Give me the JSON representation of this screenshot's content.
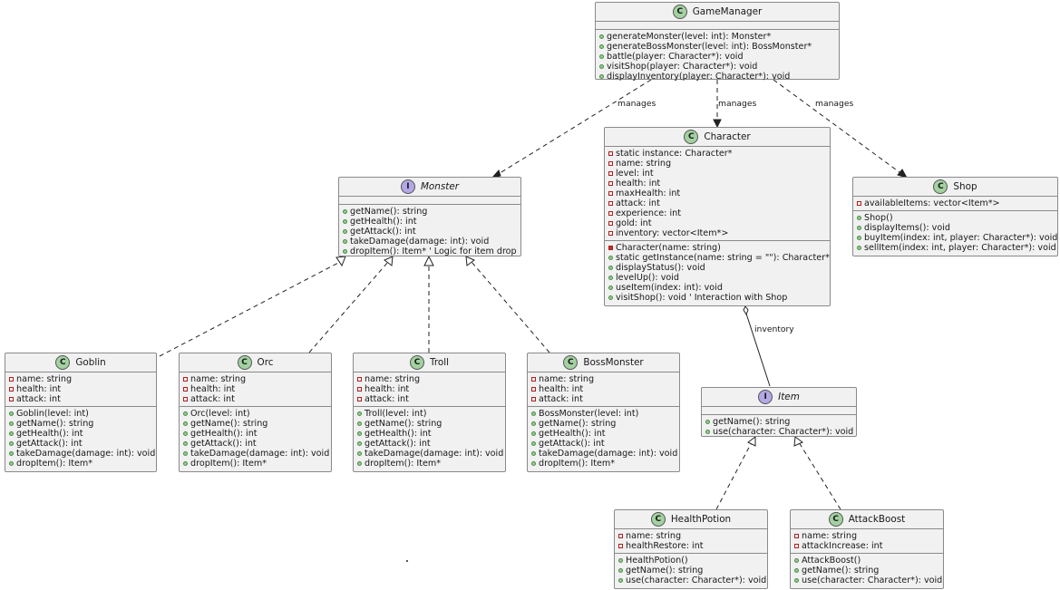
{
  "relations": {
    "manages": "manages",
    "inventory": "inventory"
  },
  "classes": {
    "gamemanager": {
      "name": "GameManager",
      "kind": "C",
      "attributes": [],
      "methods": [
        {
          "v": "pub",
          "t": "generateMonster(level: int): Monster*"
        },
        {
          "v": "pub",
          "t": "generateBossMonster(level: int): BossMonster*"
        },
        {
          "v": "pub",
          "t": "battle(player: Character*): void"
        },
        {
          "v": "pub",
          "t": "visitShop(player: Character*): void"
        },
        {
          "v": "pub",
          "t": "displayInventory(player: Character*): void"
        }
      ]
    },
    "monster": {
      "name": "Monster",
      "kind": "I",
      "attributes": [],
      "methods": [
        {
          "v": "pub",
          "t": "getName(): string"
        },
        {
          "v": "pub",
          "t": "getHealth(): int"
        },
        {
          "v": "pub",
          "t": "getAttack(): int"
        },
        {
          "v": "pub",
          "t": "takeDamage(damage: int): void"
        },
        {
          "v": "pub",
          "t": "dropItem(): Item*  ' Logic for item drop"
        }
      ]
    },
    "character": {
      "name": "Character",
      "kind": "C",
      "attributes": [
        {
          "v": "priv",
          "t": "static instance: Character*"
        },
        {
          "v": "priv",
          "t": "name: string"
        },
        {
          "v": "priv",
          "t": "level: int"
        },
        {
          "v": "priv",
          "t": "health: int"
        },
        {
          "v": "priv",
          "t": "maxHealth: int"
        },
        {
          "v": "priv",
          "t": "attack: int"
        },
        {
          "v": "priv",
          "t": "experience: int"
        },
        {
          "v": "priv",
          "t": "gold: int"
        },
        {
          "v": "priv",
          "t": "inventory: vector<Item*>"
        }
      ],
      "methods": [
        {
          "v": "privm",
          "t": "Character(name: string)"
        },
        {
          "v": "pub",
          "t": "static getInstance(name: string = \"\"): Character*"
        },
        {
          "v": "pub",
          "t": "displayStatus(): void"
        },
        {
          "v": "pub",
          "t": "levelUp(): void"
        },
        {
          "v": "pub",
          "t": "useItem(index: int): void"
        },
        {
          "v": "pub",
          "t": "visitShop(): void  ' Interaction with Shop"
        }
      ]
    },
    "shop": {
      "name": "Shop",
      "kind": "C",
      "attributes": [
        {
          "v": "priv",
          "t": "availableItems: vector<Item*>"
        }
      ],
      "methods": [
        {
          "v": "pub",
          "t": "Shop()"
        },
        {
          "v": "pub",
          "t": "displayItems(): void"
        },
        {
          "v": "pub",
          "t": "buyItem(index: int, player: Character*): void"
        },
        {
          "v": "pub",
          "t": "sellItem(index: int, player: Character*): void"
        }
      ]
    },
    "goblin": {
      "name": "Goblin",
      "kind": "C",
      "attributes": [
        {
          "v": "priv",
          "t": "name: string"
        },
        {
          "v": "priv",
          "t": "health: int"
        },
        {
          "v": "priv",
          "t": "attack: int"
        }
      ],
      "methods": [
        {
          "v": "pub",
          "t": "Goblin(level: int)"
        },
        {
          "v": "pub",
          "t": "getName(): string"
        },
        {
          "v": "pub",
          "t": "getHealth(): int"
        },
        {
          "v": "pub",
          "t": "getAttack(): int"
        },
        {
          "v": "pub",
          "t": "takeDamage(damage: int): void"
        },
        {
          "v": "pub",
          "t": "dropItem(): Item*"
        }
      ]
    },
    "orc": {
      "name": "Orc",
      "kind": "C",
      "attributes": [
        {
          "v": "priv",
          "t": "name: string"
        },
        {
          "v": "priv",
          "t": "health: int"
        },
        {
          "v": "priv",
          "t": "attack: int"
        }
      ],
      "methods": [
        {
          "v": "pub",
          "t": "Orc(level: int)"
        },
        {
          "v": "pub",
          "t": "getName(): string"
        },
        {
          "v": "pub",
          "t": "getHealth(): int"
        },
        {
          "v": "pub",
          "t": "getAttack(): int"
        },
        {
          "v": "pub",
          "t": "takeDamage(damage: int): void"
        },
        {
          "v": "pub",
          "t": "dropItem(): Item*"
        }
      ]
    },
    "troll": {
      "name": "Troll",
      "kind": "C",
      "attributes": [
        {
          "v": "priv",
          "t": "name: string"
        },
        {
          "v": "priv",
          "t": "health: int"
        },
        {
          "v": "priv",
          "t": "attack: int"
        }
      ],
      "methods": [
        {
          "v": "pub",
          "t": "Troll(level: int)"
        },
        {
          "v": "pub",
          "t": "getName(): string"
        },
        {
          "v": "pub",
          "t": "getHealth(): int"
        },
        {
          "v": "pub",
          "t": "getAttack(): int"
        },
        {
          "v": "pub",
          "t": "takeDamage(damage: int): void"
        },
        {
          "v": "pub",
          "t": "dropItem(): Item*"
        }
      ]
    },
    "bossmonster": {
      "name": "BossMonster",
      "kind": "C",
      "attributes": [
        {
          "v": "priv",
          "t": "name: string"
        },
        {
          "v": "priv",
          "t": "health: int"
        },
        {
          "v": "priv",
          "t": "attack: int"
        }
      ],
      "methods": [
        {
          "v": "pub",
          "t": "BossMonster(level: int)"
        },
        {
          "v": "pub",
          "t": "getName(): string"
        },
        {
          "v": "pub",
          "t": "getHealth(): int"
        },
        {
          "v": "pub",
          "t": "getAttack(): int"
        },
        {
          "v": "pub",
          "t": "takeDamage(damage: int): void"
        },
        {
          "v": "pub",
          "t": "dropItem(): Item*"
        }
      ]
    },
    "item": {
      "name": "Item",
      "kind": "I",
      "attributes": [],
      "methods": [
        {
          "v": "pub",
          "t": "getName(): string"
        },
        {
          "v": "pub",
          "t": "use(character: Character*): void"
        }
      ]
    },
    "healthpotion": {
      "name": "HealthPotion",
      "kind": "C",
      "attributes": [
        {
          "v": "priv",
          "t": "name: string"
        },
        {
          "v": "priv",
          "t": "healthRestore: int"
        }
      ],
      "methods": [
        {
          "v": "pub",
          "t": "HealthPotion()"
        },
        {
          "v": "pub",
          "t": "getName(): string"
        },
        {
          "v": "pub",
          "t": "use(character: Character*): void"
        }
      ]
    },
    "attackboost": {
      "name": "AttackBoost",
      "kind": "C",
      "attributes": [
        {
          "v": "priv",
          "t": "name: string"
        },
        {
          "v": "priv",
          "t": "attackIncrease: int"
        }
      ],
      "methods": [
        {
          "v": "pub",
          "t": "AttackBoost()"
        },
        {
          "v": "pub",
          "t": "getName(): string"
        },
        {
          "v": "pub",
          "t": "use(character: Character*): void"
        }
      ]
    }
  }
}
